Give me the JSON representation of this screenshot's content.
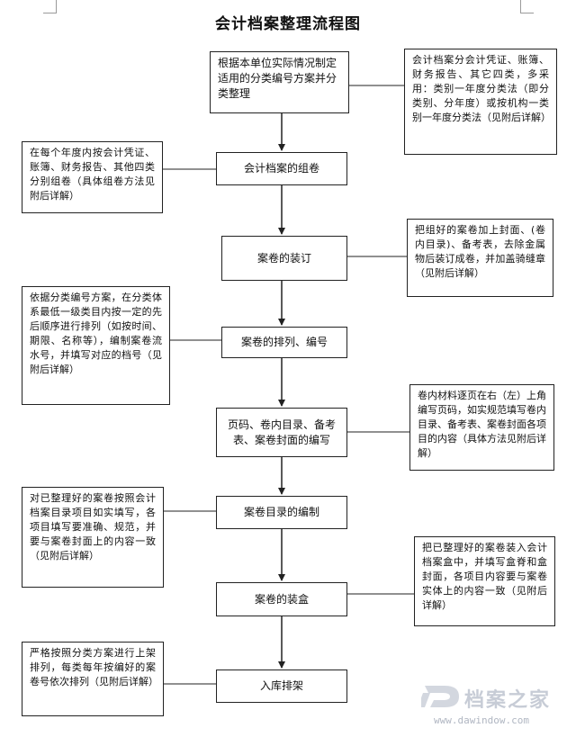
{
  "title": "会计档案整理流程图",
  "steps": [
    "根据本单位实际情况制定适用的分类编号方案并分类整理",
    "会计档案的组卷",
    "案卷的装订",
    "案卷的排列、编号",
    "页码、卷内目录、备考表、案卷封面的编写",
    "案卷目录的编制",
    "案卷的装盒",
    "入库排架"
  ],
  "notes": [
    "会计档案分会计凭证、账簿、财务报告、其它四类，多采用：类别一年度分类法（即分类别、分年度）或按机构一类别一年度分类法（见附后详解）",
    "在每个年度内按会计凭证、账簿、财务报告、其他四类分别组卷（具体组卷方法见附后详解）",
    "把组好的案卷加上封面、(卷内目录)、备考表，去除金属物后装订成卷，并加盖骑缝章（见附后详解）",
    "依据分类编号方案，在分类体系最低一级类目内按一定的先后顺序进行排列（如按时间、期限、名称等），编制案卷流水号，并填写对应的档号（见附后详解）",
    "卷内材料逐页在右（左）上角编写页码，如实规范填写卷内目录、备考表、案卷封面各项目的内容（具体方法见附后详解）",
    "对已整理好的案卷按照会计档案目录项目如实填写，各项目填写要准确、规范，并要与案卷封面上的内容一致（见附后详解）",
    "把已整理好的案卷装入会计档案盒中，并填写盒脊和盒封面，各项目内容要与案卷实体上的内容一致（见附后详解）",
    "严格按照分类方案进行上架排列，每类每年按编好的案卷号依次排列（见附后详解）"
  ],
  "watermark": {
    "brand": "档案之家",
    "url": "www.dawindow.com"
  },
  "colors": {
    "line": "#222222",
    "watermark": "#c7ccd6"
  }
}
